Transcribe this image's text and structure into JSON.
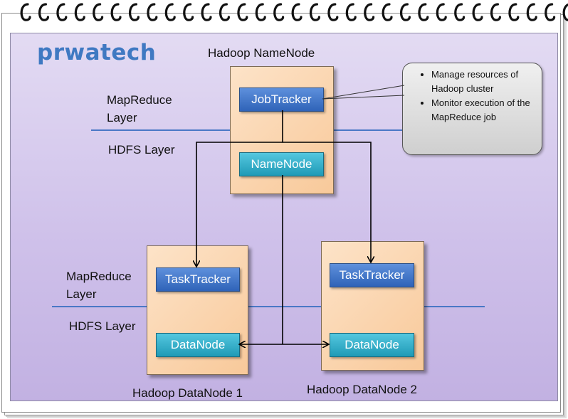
{
  "logo": "prwatech",
  "namenode_title": "Hadoop NameNode",
  "top_layers": {
    "mapreduce": "MapReduce Layer",
    "hdfs": "HDFS Layer"
  },
  "bottom_layers": {
    "mapreduce": "MapReduce Layer",
    "hdfs": "HDFS Layer"
  },
  "namenode_box": {
    "jobtracker": "JobTracker",
    "namenode": "NameNode"
  },
  "datanode1": {
    "title": "Hadoop DataNode 1",
    "tasktracker": "TaskTracker",
    "datanode": "DataNode"
  },
  "datanode2": {
    "title": "Hadoop DataNode 2",
    "tasktracker": "TaskTracker",
    "datanode": "DataNode"
  },
  "callout_items": [
    "Manage resources of Hadoop cluster",
    "Monitor execution of the MapReduce job"
  ],
  "colors": {
    "tracker": "#3568bf",
    "node": "#29a9c6",
    "box": "#f8c99a",
    "background": "#cfc1ea"
  }
}
